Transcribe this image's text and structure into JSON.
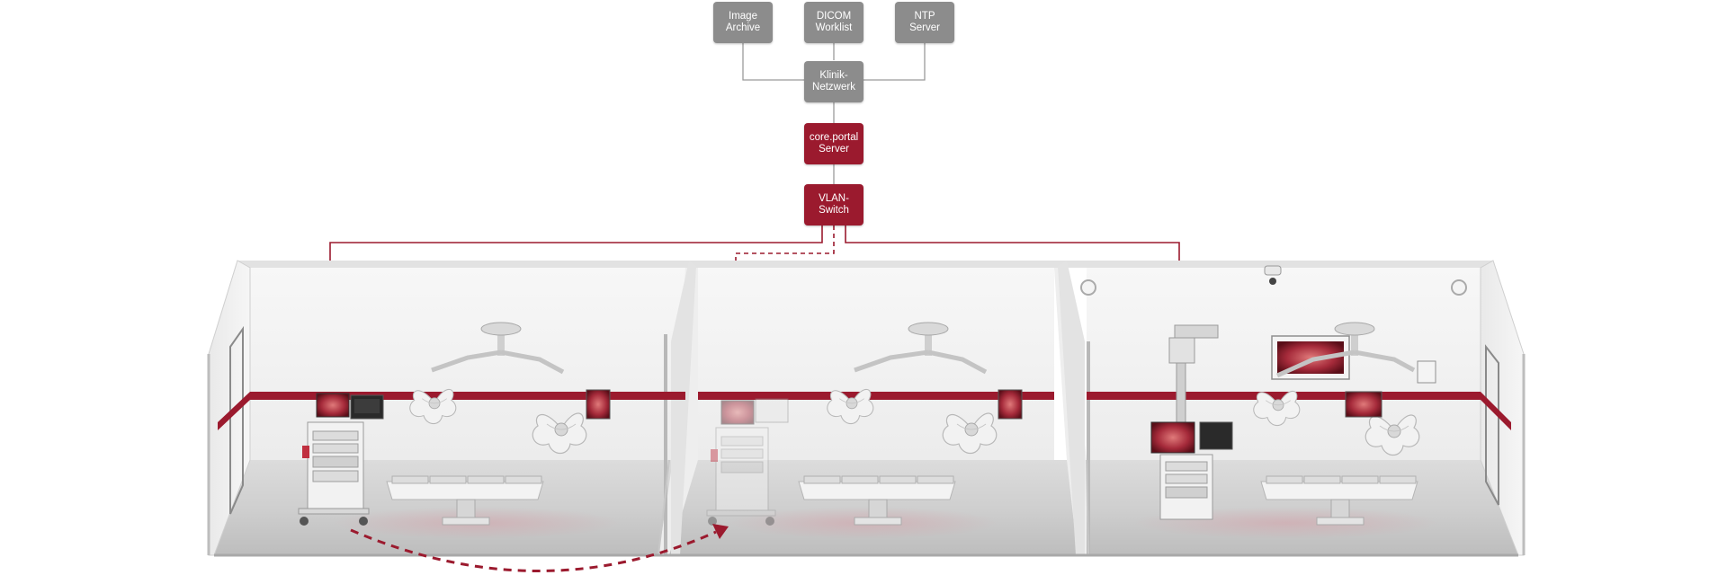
{
  "network": {
    "image_archive": "Image\nArchive",
    "dicom_worklist": "DICOM\nWorklist",
    "ntp_server": "NTP\nServer",
    "klinik_netzwerk": "Klinik-\nNetzwerk",
    "core_portal_server": "core.portal\nServer",
    "vlan_switch": "VLAN-\nSwitch"
  },
  "colors": {
    "accent_red": "#9b1a2e",
    "node_gray": "#8c8c8c",
    "connector_gray": "#9a9a9a"
  },
  "rooms": [
    {
      "name": "operating-room-1",
      "equipment": "endoscopy-tower"
    },
    {
      "name": "operating-room-2",
      "equipment": "endoscopy-tower-relocated"
    },
    {
      "name": "operating-room-3",
      "equipment": "ceiling-mounted-tower"
    }
  ]
}
